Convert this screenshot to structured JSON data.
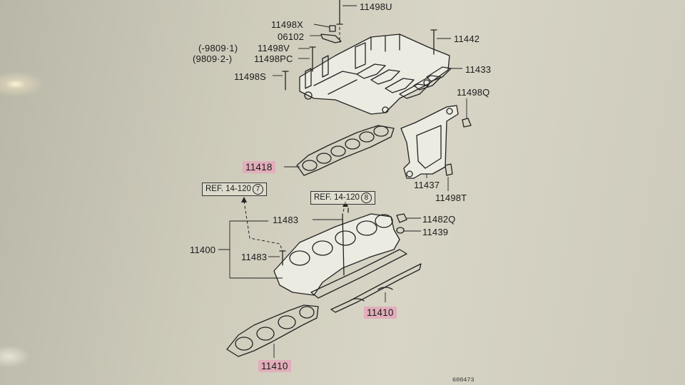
{
  "labels": {
    "p11498u": "11498U",
    "p11498x": "11498X",
    "p06102": "06102",
    "p11442": "11442",
    "note1": "(-9809·1)",
    "p11498v": "11498V",
    "note2": "(9809·2-)",
    "p11498pc": "11498PC",
    "p11498s": "11498S",
    "p11433": "11433",
    "p11498q": "11498Q",
    "p11418": "11418",
    "p11437": "11437",
    "p11498t": "11498T",
    "p11483a": "11483",
    "p11482q": "11482Q",
    "p11439": "11439",
    "p11400": "11400",
    "p11483b": "11483",
    "p11410a": "11410",
    "p11410b": "11410",
    "diagram_id": "600473"
  },
  "refs": {
    "ref1_text": "REF. 14-120",
    "ref1_num": "7",
    "ref2_text": "REF. 14-120",
    "ref2_num": "8"
  },
  "colors": {
    "highlight": "#e2aebb",
    "ink": "#1b1b1b",
    "paper": "#d3d0c1"
  }
}
